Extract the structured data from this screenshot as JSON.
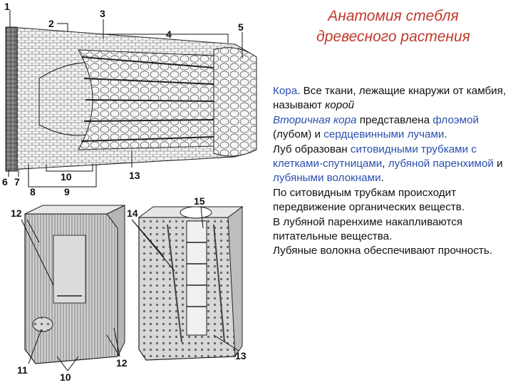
{
  "title": {
    "line1": "Анатомия стебля",
    "line2": "древесного растения"
  },
  "text": {
    "p1_a": "Кора",
    "p1_b": ". Все ткани, лежащие кнаружи от камбия, называют ",
    "p1_c": "корой",
    "p2_a": "Вторичная кора",
    "p2_b": " представлена ",
    "p2_c": "флоэмой",
    "p2_d": " (лубом) и ",
    "p2_e": "сердцевинными лучами",
    "p2_f": ".",
    "p3_a": "Луб образован ",
    "p3_b": "ситовидными трубками с клетками-спутницами",
    "p3_c": ", ",
    "p3_d": "лубяной паренхимой",
    "p3_e": " и ",
    "p3_f": "лубяными волокнами",
    "p3_g": ".",
    "p4": "По ситовидным трубкам происходит передвижение органических веществ.",
    "p5": "В лубяной паренхиме накапливаются питательные вещества.",
    "p6": "Лубяные волокна обеспечивают прочность."
  },
  "figure_labels": {
    "n1": "1",
    "n2": "2",
    "n3": "3",
    "n4": "4",
    "n5": "5",
    "n6": "6",
    "n7": "7",
    "n8": "8",
    "n9": "9",
    "n10": "10",
    "n13": "13",
    "b12": "12",
    "b11": "11",
    "b10": "10",
    "b12b": "12",
    "c14": "14",
    "c15": "15",
    "c13": "13"
  },
  "colors": {
    "title": "#c0392b",
    "highlight": "#2a4fb0",
    "text": "#111111"
  }
}
